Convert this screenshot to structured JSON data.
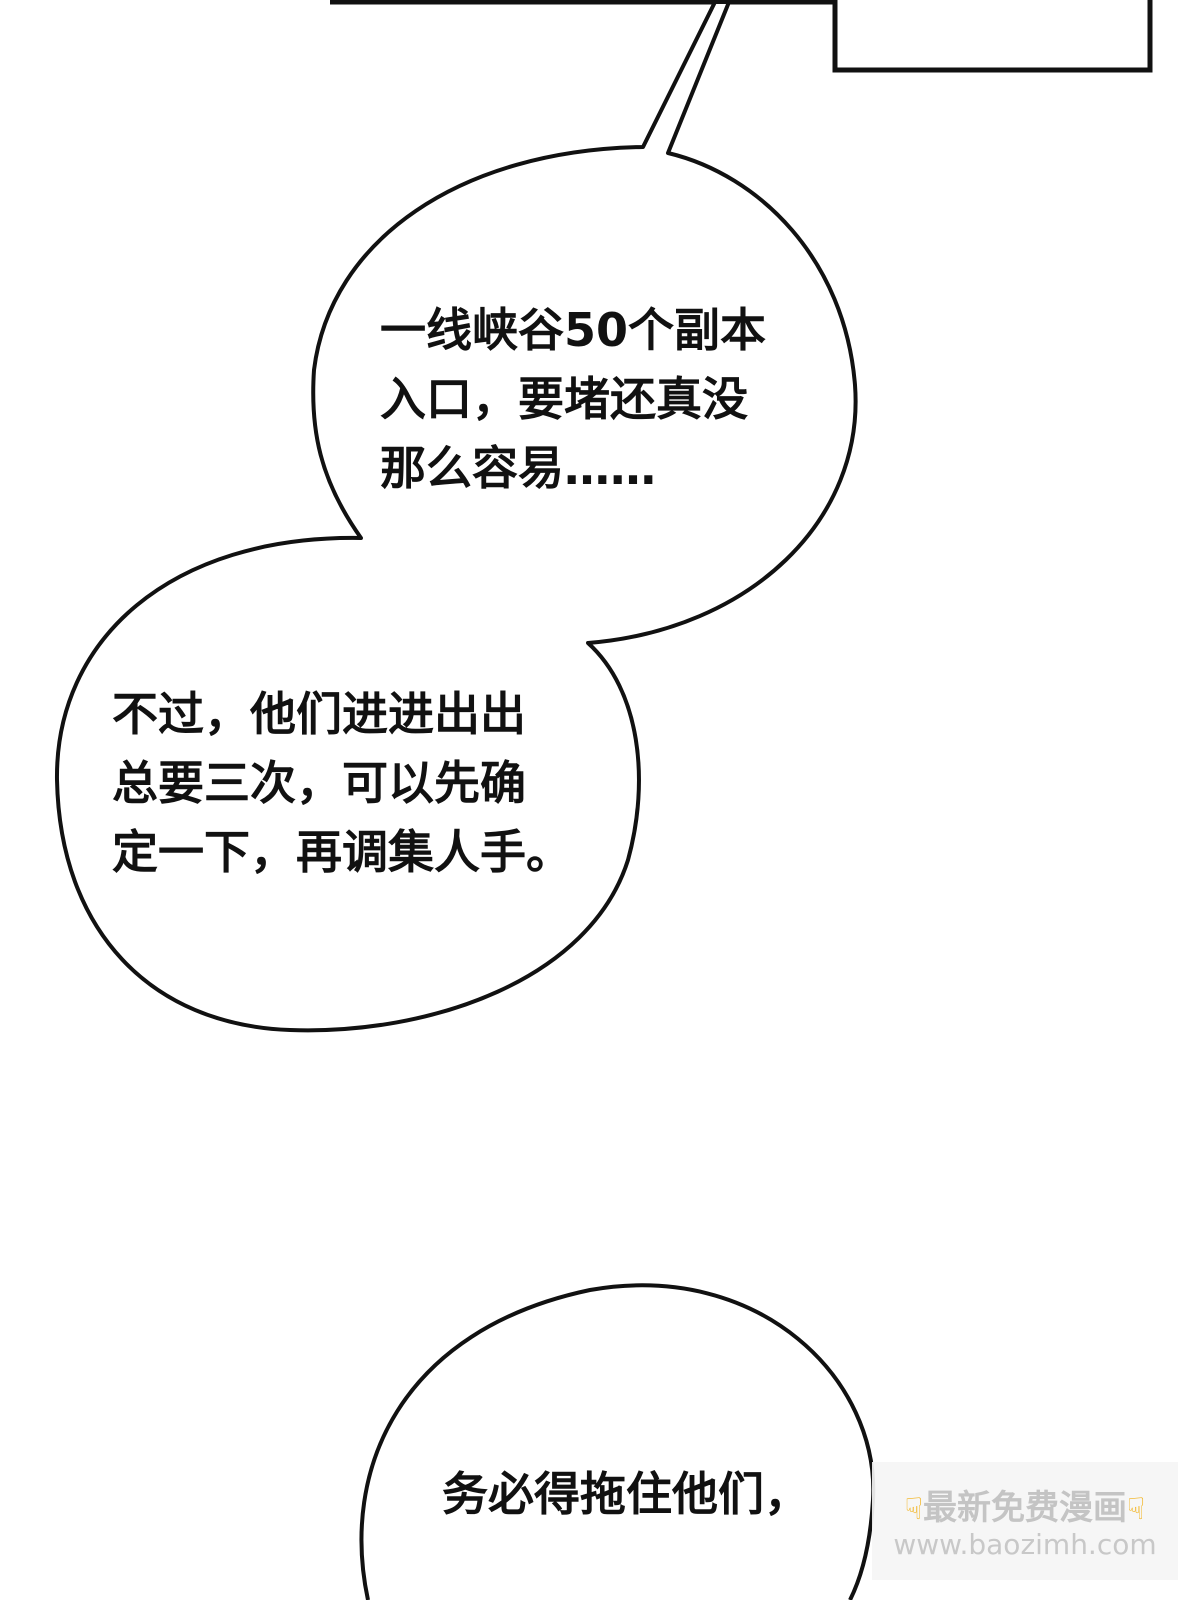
{
  "panel": {
    "background": "#ffffff",
    "line_color": "#111111"
  },
  "bubbles": [
    {
      "id": "bubble-1",
      "lines": [
        "一线峡谷50个副本",
        "入口，要堵还真没",
        "那么容易……"
      ]
    },
    {
      "id": "bubble-2",
      "lines": [
        "不过，他们进进出出",
        "总要三次，可以先确",
        "定一下，再调集人手。"
      ]
    },
    {
      "id": "bubble-3",
      "lines": [
        "务必得拖住他们，"
      ]
    }
  ],
  "watermark": {
    "icon": "pointing-hand-icon",
    "title": "最新免费漫画",
    "url": "www.baozimh.com"
  }
}
